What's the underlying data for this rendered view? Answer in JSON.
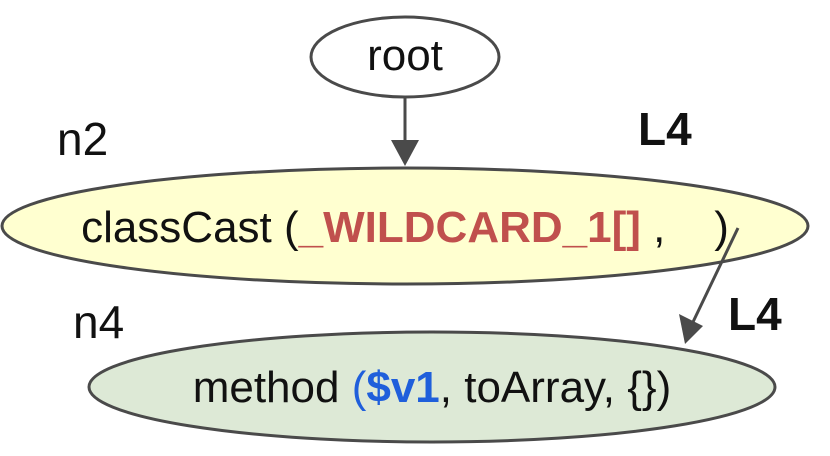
{
  "nodes": {
    "root": {
      "label": "root"
    },
    "n2": {
      "id_label": "n2",
      "level": "L4",
      "fn": "classCast",
      "open": " (",
      "arg1": "_WILDCARD_1[]",
      "sep": " ,",
      "close": ")",
      "fill": "#ffffd0",
      "arg1_color": "#c0504d"
    },
    "n4": {
      "id_label": "n4",
      "level": "L4",
      "fn": "method",
      "open": " (",
      "arg1": "$v1",
      "rest": ", toArray, {})",
      "fill": "#dde9d6",
      "arg1_color": "#1f5fdb"
    }
  },
  "colors": {
    "stroke": "#4a4a4a",
    "arrow": "#4a4a4a"
  }
}
